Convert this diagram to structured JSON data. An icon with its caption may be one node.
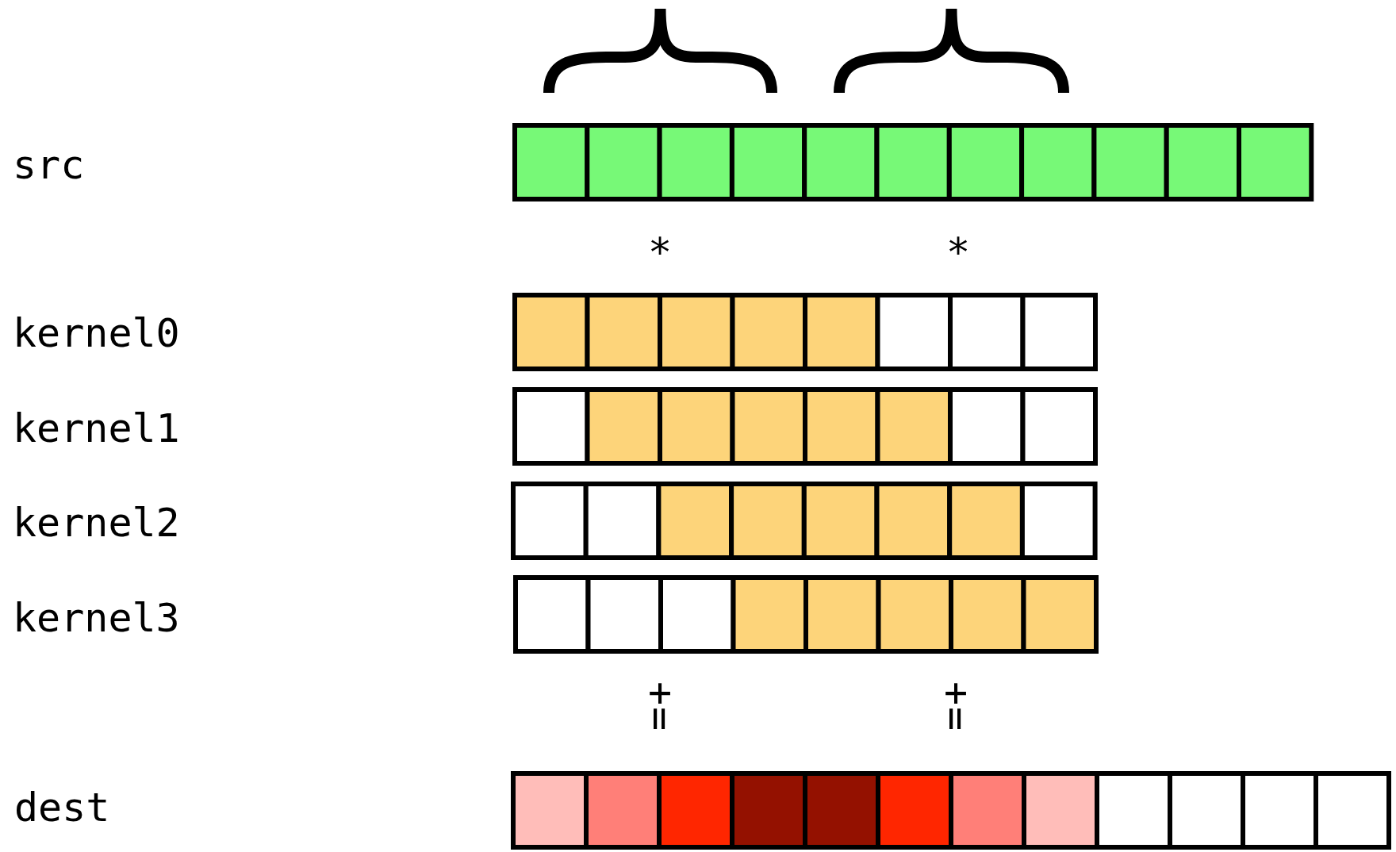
{
  "diagram": {
    "labels": [
      "src",
      "*",
      "*",
      "kernel0",
      "kernel1",
      "kernel2",
      "kernel3",
      "+",
      "+",
      "=",
      "=",
      "dest"
    ]
  }
}
